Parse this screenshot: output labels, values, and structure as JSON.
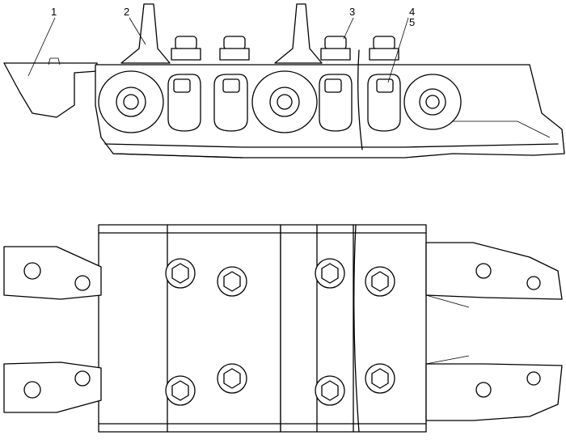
{
  "callouts": [
    {
      "id": "c1",
      "label": "1"
    },
    {
      "id": "c2",
      "label": "2"
    },
    {
      "id": "c3",
      "label": "3"
    },
    {
      "id": "c4",
      "label": "4"
    },
    {
      "id": "c5",
      "label": "5"
    }
  ],
  "colors": {
    "line": "#000000",
    "background": "#ffffff"
  }
}
